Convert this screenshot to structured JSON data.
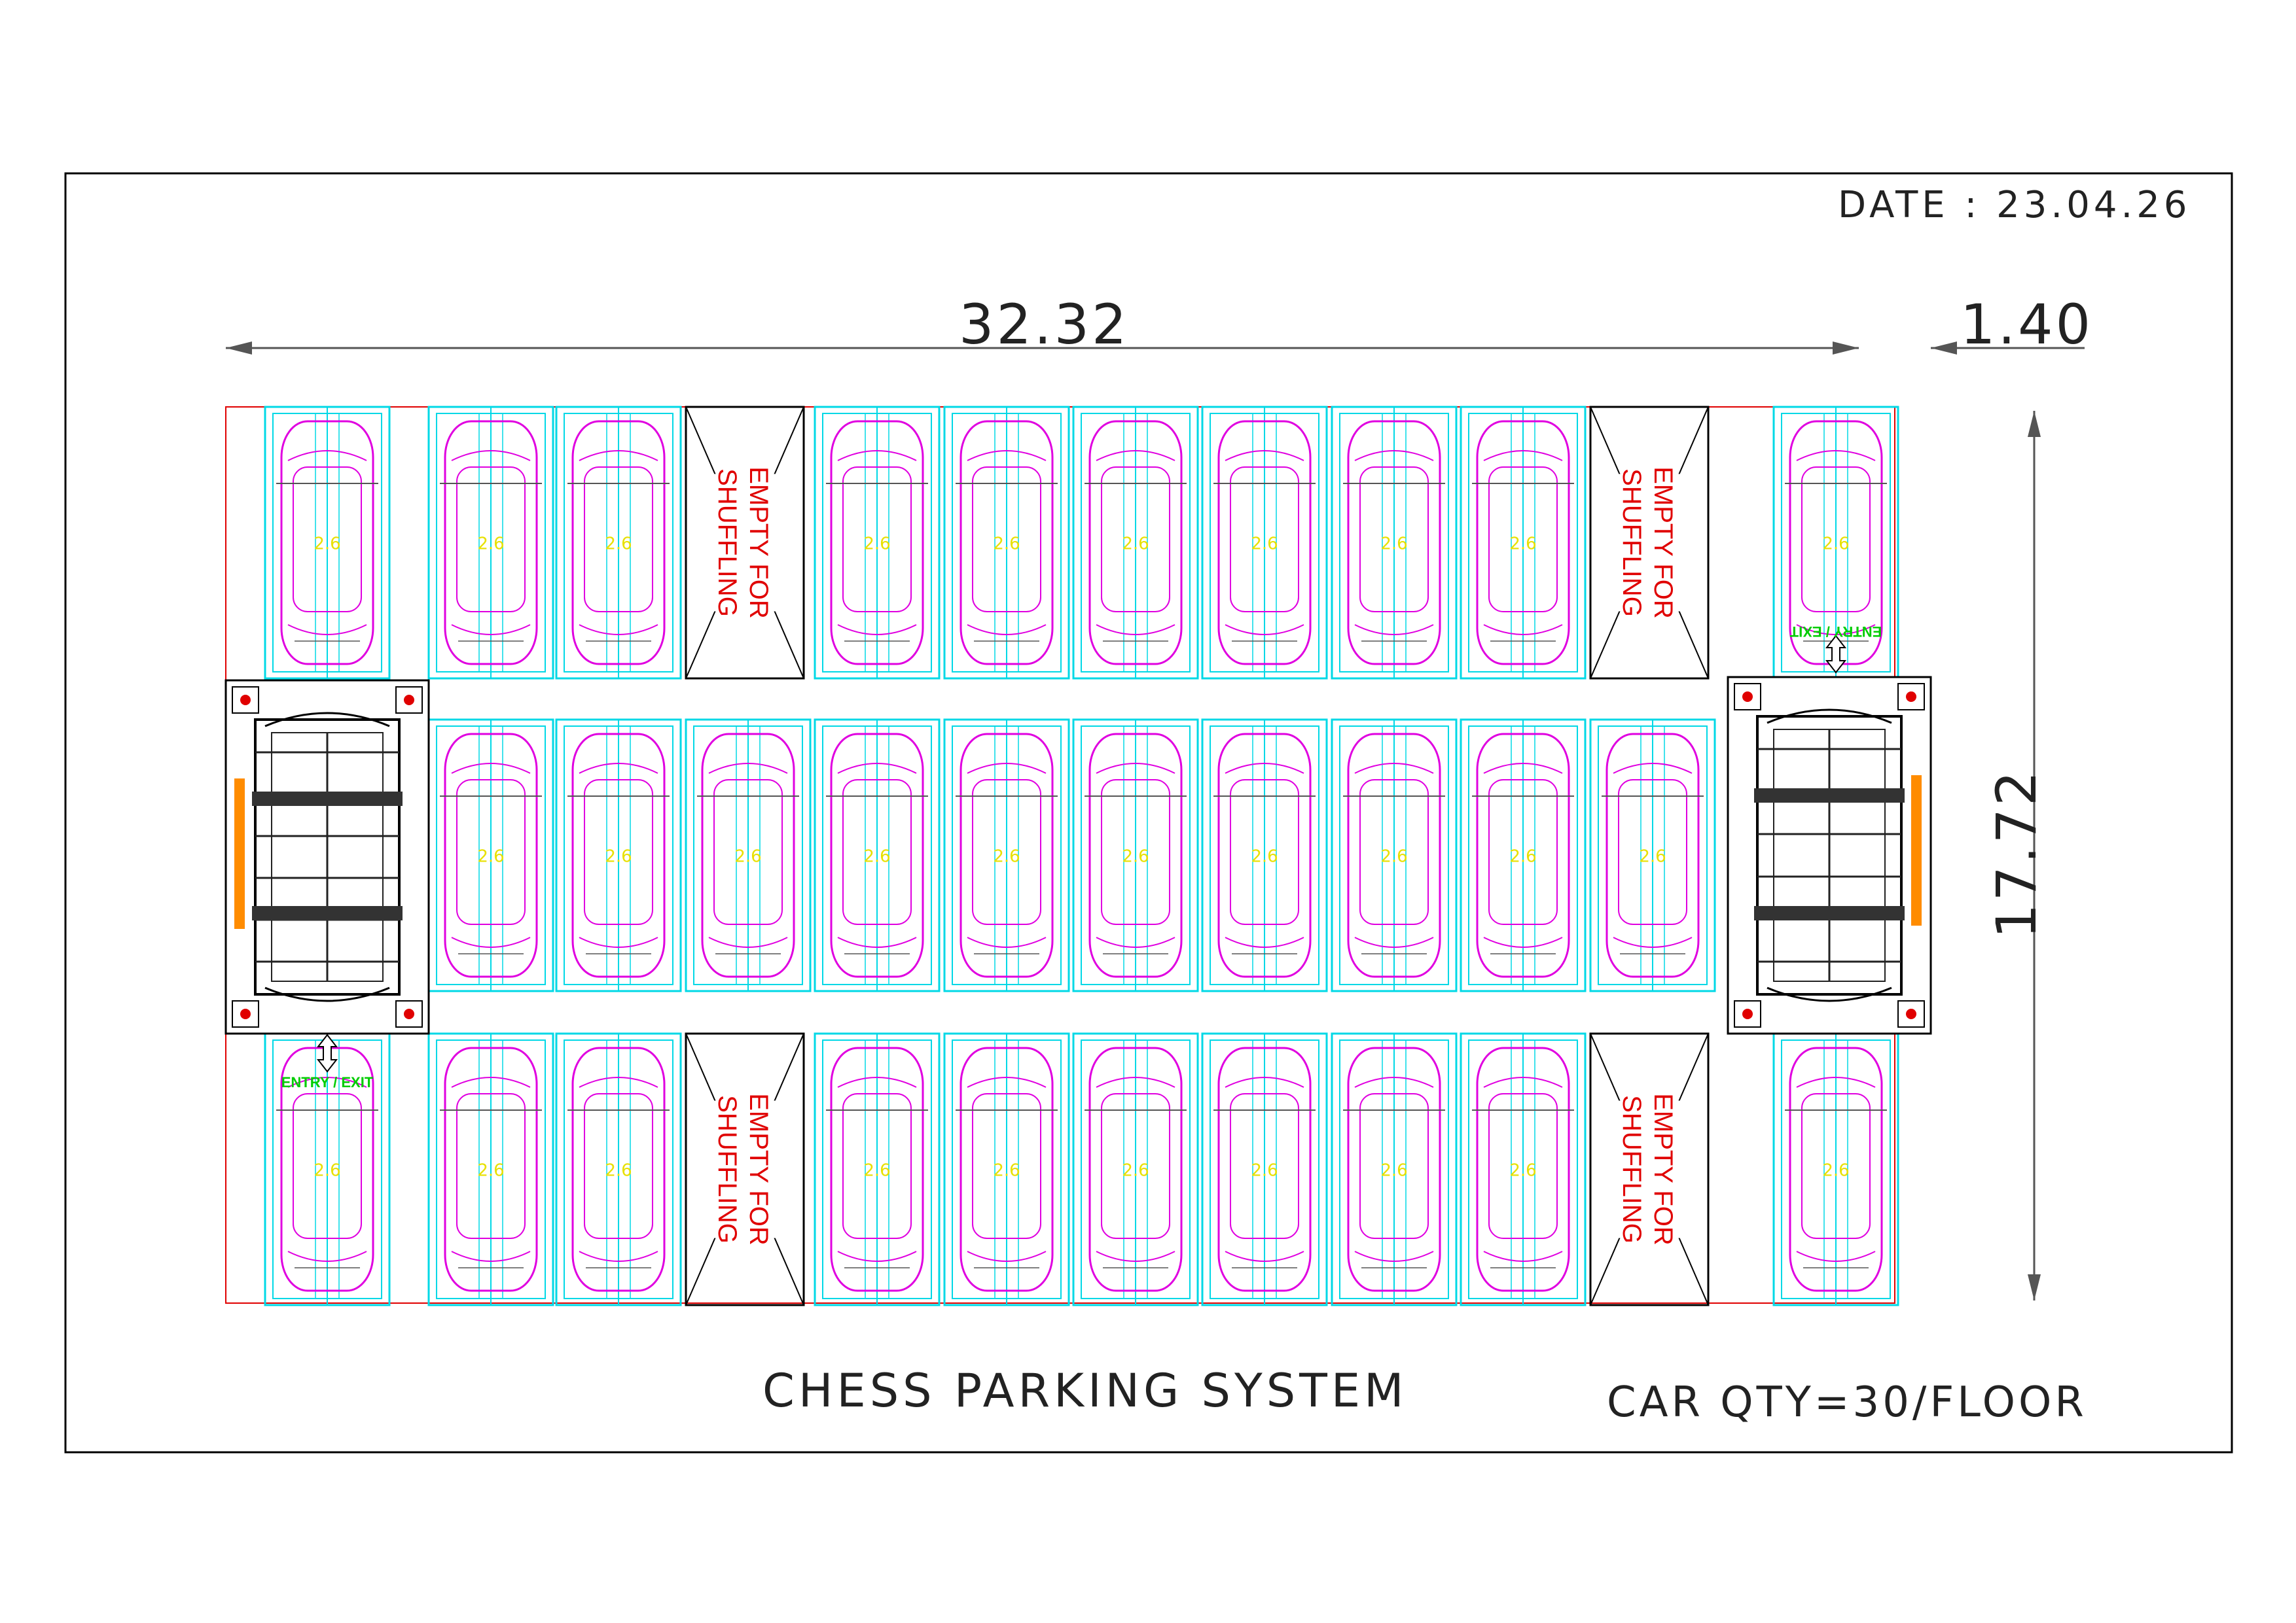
{
  "date_label": "DATE : 23.04.26",
  "dimensions": {
    "width": "32.32",
    "offset": "1.40",
    "depth": "17.72"
  },
  "title": "CHESS PARKING SYSTEM",
  "car_qty": "CAR QTY=30/FLOOR",
  "empty_label": [
    "EMPTY FOR",
    "SHUFFLING"
  ],
  "entry_exit_label": "ENTRY / EXIT",
  "bay_label": "2.6",
  "colors": {
    "frame": "#000000",
    "bay": "#00d8e6",
    "car": "#e000e0",
    "empty_text": "#e00000",
    "entry_text": "#00cc00",
    "lift_accent": "#ff8c00",
    "dimension": "#555555"
  },
  "layout": {
    "rows": [
      [
        "car",
        "car",
        "car",
        "empty",
        "car",
        "car",
        "car",
        "car",
        "car",
        "car",
        "empty",
        "car"
      ],
      [
        "lift",
        "car",
        "car",
        "car",
        "car",
        "car",
        "car",
        "car",
        "car",
        "car",
        "car",
        "lift"
      ],
      [
        "car",
        "car",
        "car",
        "empty",
        "car",
        "car",
        "car",
        "car",
        "car",
        "car",
        "empty",
        "car"
      ]
    ]
  }
}
